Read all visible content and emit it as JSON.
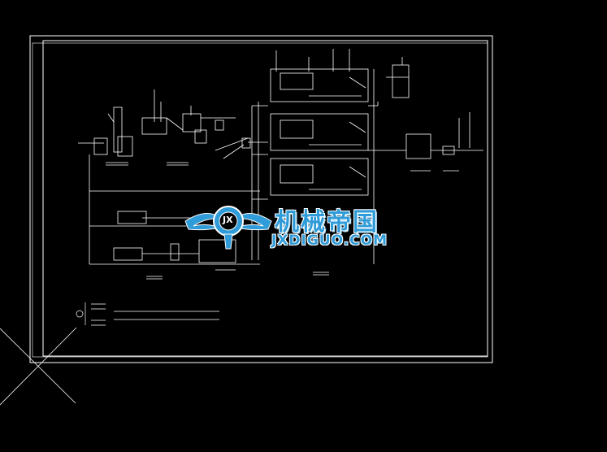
{
  "drawing": {
    "line_color": "#ffffff",
    "background": "#000000"
  },
  "watermark": {
    "badge_text": "JX",
    "title_cn": "机械帝国",
    "title_en": "JXDIGUO.COM",
    "color": "#2f9bd8"
  }
}
